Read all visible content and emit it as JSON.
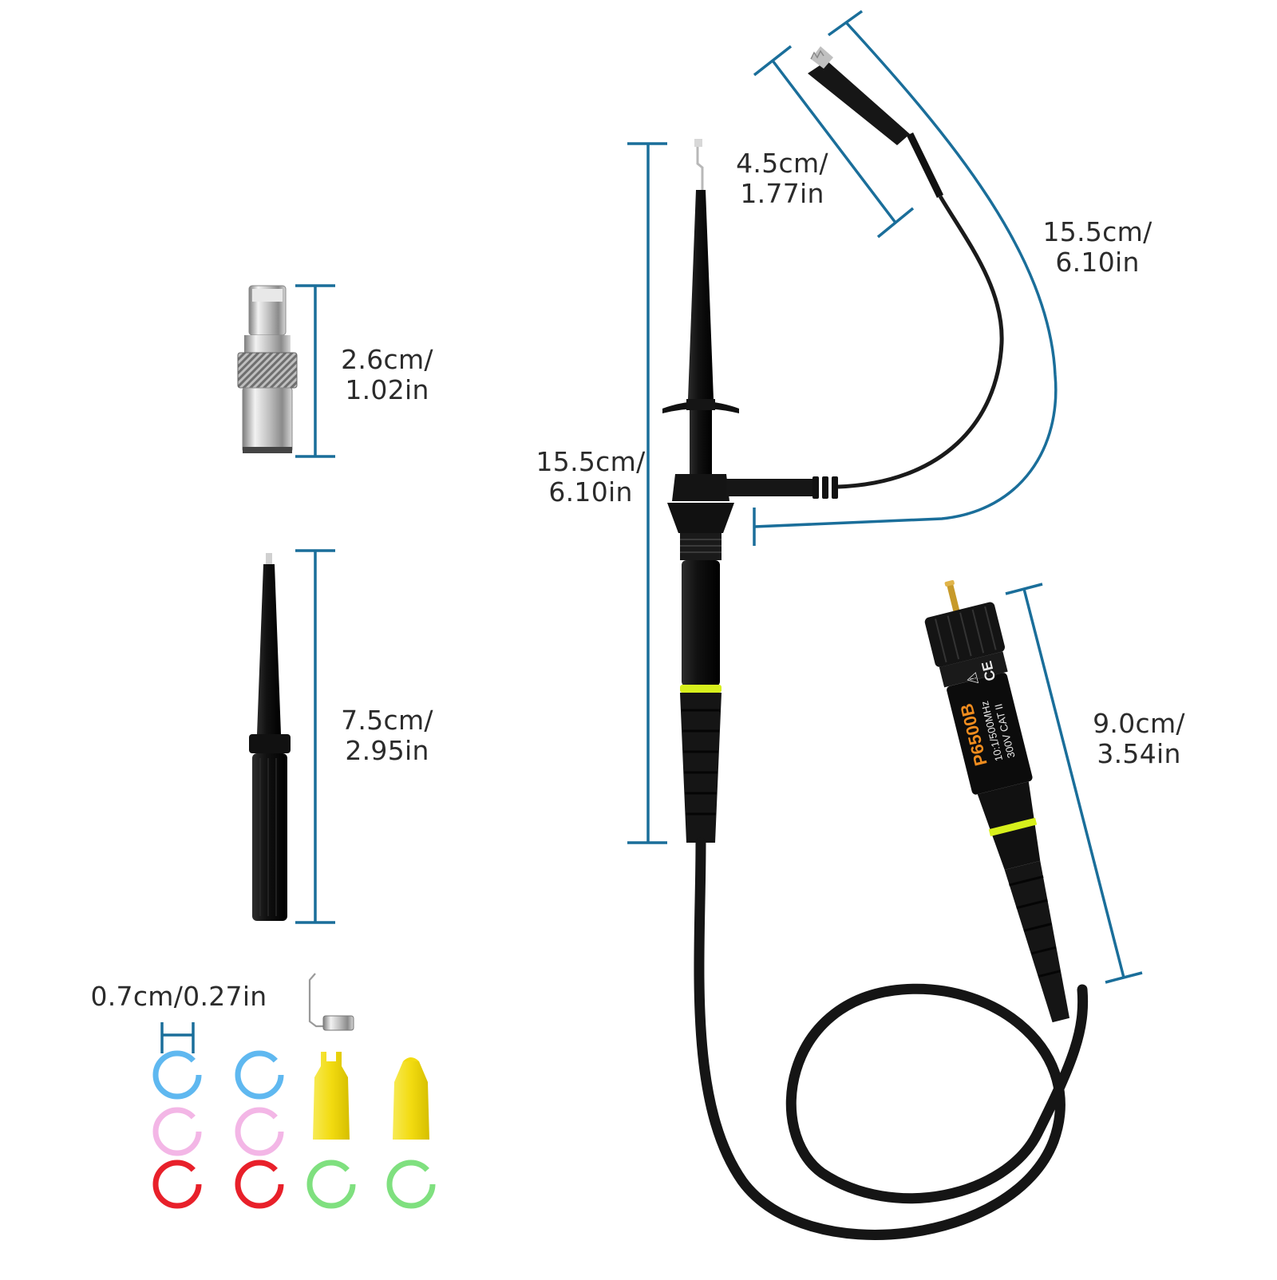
{
  "colors": {
    "dimension_line": "#1a6e9a",
    "probe_body": "#141414",
    "accent_ring": "#d7ef1c",
    "label_orange": "#f08c1e",
    "bnc_silver": "#c9c9c9",
    "ring_blue": "#5fb8f0",
    "ring_pink": "#f3b6e6",
    "ring_red": "#e8202a",
    "ring_green": "#7fe07f",
    "cap_yellow": "#f2df1c"
  },
  "dimensions": {
    "ground_clip_length": {
      "line1": "4.5cm/",
      "line2": "1.77in"
    },
    "ground_lead_length": {
      "line1": "15.5cm/",
      "line2": "6.10in"
    },
    "probe_length": {
      "line1": "15.5cm/",
      "line2": "6.10in"
    },
    "bnc_adapter_length": {
      "line1": "2.6cm/",
      "line2": "1.02in"
    },
    "tip_length": {
      "line1": "7.5cm/",
      "line2": "2.95in"
    },
    "connector_length": {
      "line1": "9.0cm/",
      "line2": "3.54in"
    },
    "ring_width": {
      "line1": "0.7cm/0.27in"
    }
  },
  "connector_label": {
    "model": "P6500B",
    "spec_line1": "10:1/500MHz",
    "spec_line2": "300V CAT II",
    "warning_symbol": "⚠",
    "cert_mark": "CE"
  },
  "icons": {
    "probe": "oscilloscope-probe-icon",
    "ground_clip": "alligator-clip-icon",
    "bnc_adapter": "bnc-adapter-icon",
    "tip": "probe-tip-icon",
    "hook": "spring-hook-icon",
    "rings": "color-ring-icon",
    "caps": "insulating-cap-icon"
  }
}
